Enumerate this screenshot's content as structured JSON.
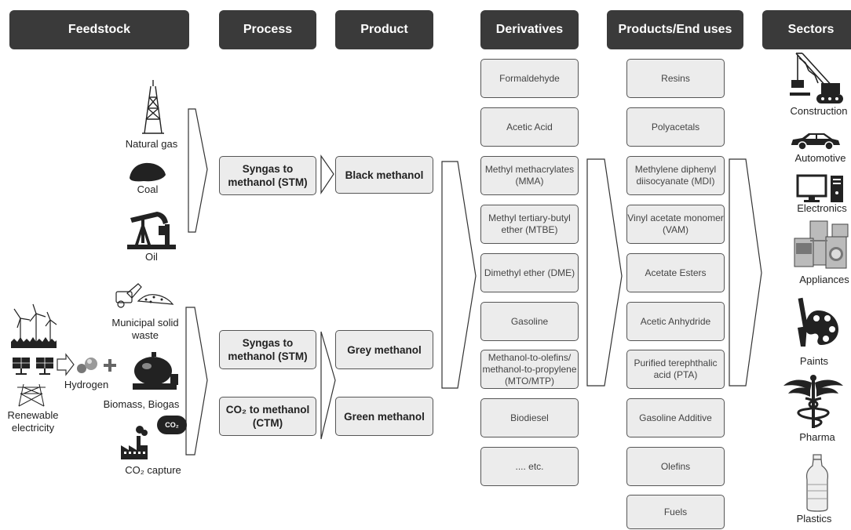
{
  "headers": {
    "feedstock": "Feedstock",
    "process": "Process",
    "product": "Product",
    "derivatives": "Derivatives",
    "products_end_uses": "Products/End uses",
    "sectors": "Sectors"
  },
  "feedstock": {
    "natural_gas": "Natural gas",
    "coal": "Coal",
    "oil": "Oil",
    "municipal_solid_waste": "Municipal solid waste",
    "biomass": "Biomass, Biogas",
    "co2_capture": "CO₂ capture",
    "co2_badge": "CO₂",
    "hydrogen": "Hydrogen",
    "renewable": "Renewable electricity"
  },
  "process": {
    "stm1": "Syngas to methanol (STM)",
    "stm2": "Syngas to methanol (STM)",
    "ctm": "CO₂ to methanol (CTM)"
  },
  "product": {
    "black": "Black methanol",
    "grey": "Grey methanol",
    "green": "Green methanol"
  },
  "derivatives": [
    "Formaldehyde",
    "Acetic Acid",
    "Methyl methacrylates (MMA)",
    "Methyl tertiary-butyl ether (MTBE)",
    "Dimethyl ether (DME)",
    "Gasoline",
    "Methanol-to-olefins/ methanol-to-propylene (MTO/MTP)",
    "Biodiesel",
    ".... etc."
  ],
  "end_uses": [
    "Resins",
    "Polyacetals",
    "Methylene diphenyl diisocyanate (MDI)",
    "Vinyl acetate monomer (VAM)",
    "Acetate Esters",
    "Acetic Anhydride",
    "Purified terephthalic acid (PTA)",
    "Gasoline Additive",
    "Olefins",
    "Fuels"
  ],
  "sectors": [
    "Construction",
    "Automotive",
    "Electronics",
    "Appliances",
    "Paints",
    "Pharma",
    "Plastics"
  ]
}
